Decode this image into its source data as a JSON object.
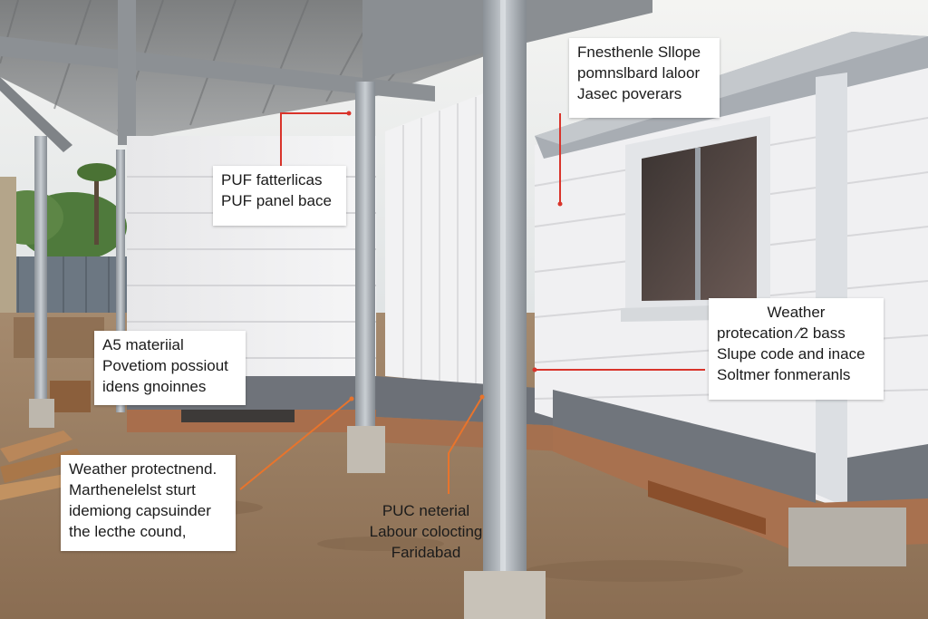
{
  "colors": {
    "ground": "#9a7d62",
    "panel_white": "#eeeeee",
    "steel": "#9aa0a6",
    "base_grey": "#6f737a",
    "brick": "#a86e4c",
    "callout_bg": "#ffffff",
    "leader_red": "#d9342b",
    "leader_orange": "#e8742c"
  },
  "callouts": [
    {
      "id": "roof-slope",
      "lines": [
        "Fnesthenle Sllope",
        "pomnslbard laloor",
        "Jasec poverars"
      ]
    },
    {
      "id": "puf-panel",
      "lines": [
        "PUF fatterlicas",
        "PUF panel bace"
      ]
    },
    {
      "id": "a5-material",
      "lines": [
        "A5 materiial",
        "Povetiom possiout",
        "idens gnoinnes"
      ]
    },
    {
      "id": "weather-protection-right",
      "lines": [
        "Weather",
        "protecation ⁄2 bass",
        "Slupe code and inace",
        "Soltmer fonmeranls"
      ]
    },
    {
      "id": "weather-protection-left",
      "lines": [
        "Weather protectnend.",
        "Marthenelelst sturt",
        "idemiong capsuinder",
        "the lecthe cound,"
      ]
    },
    {
      "id": "puc-material",
      "lines": [
        "PUC neterial",
        "Labour colocting",
        "Faridabad"
      ]
    }
  ]
}
